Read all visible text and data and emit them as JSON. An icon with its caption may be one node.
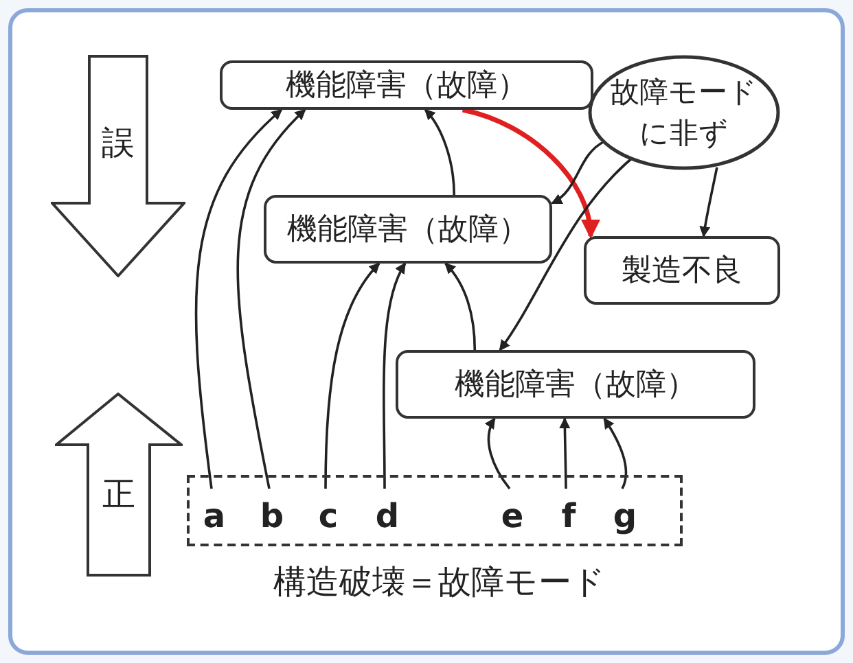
{
  "diagram": {
    "nodes": [
      {
        "text": [
          "機能障害（故障）"
        ]
      },
      {
        "text": [
          "故障モードに非ず"
        ]
      },
      {
        "text": [
          "機能障害（故障）"
        ]
      },
      {
        "text": [
          "製造不良"
        ]
      },
      {
        "text": [
          "機能障害（故障）"
        ]
      },
      {
        "text": [],
        "shape": "box"
      },
      {
        "text": [
          "a"
        ],
        "in": 5
      },
      {
        "text": [
          "b"
        ],
        "in": 5
      },
      {
        "text": [
          "c"
        ],
        "in": 5
      },
      {
        "text": [
          "d"
        ],
        "in": 5
      },
      {
        "text": [
          "e"
        ],
        "in": 5
      },
      {
        "text": [
          "f"
        ],
        "in": 5
      },
      {
        "text": [
          "g"
        ],
        "in": 5
      },
      {
        "text": [
          "誤"
        ]
      },
      {
        "text": [
          "正"
        ]
      }
    ],
    "edges": [
      {
        "from": 6,
        "to": 0,
        "arrow": "to"
      },
      {
        "from": 7,
        "to": 0,
        "arrow": "to"
      },
      {
        "from": 8,
        "to": 2,
        "arrow": "to"
      },
      {
        "from": 9,
        "to": 2,
        "arrow": "to"
      },
      {
        "from": 10,
        "to": 4,
        "arrow": "to"
      },
      {
        "from": 11,
        "to": 4,
        "arrow": "to"
      },
      {
        "from": 12,
        "to": 4,
        "arrow": "to"
      },
      {
        "from": 4,
        "to": 2,
        "arrow": "to"
      },
      {
        "from": 2,
        "to": 0,
        "arrow": "to"
      },
      {
        "from": 0,
        "to": 3,
        "arrow": "to",
        "style": "thick",
        "color": "#e02020"
      },
      {
        "from": 1,
        "to": 2,
        "arrow": "to"
      },
      {
        "from": 1,
        "to": 3,
        "arrow": "to"
      },
      {
        "from": 1,
        "to": 4,
        "arrow": "to"
      }
    ],
    "labels": [
      "構造破壊＝故障モード"
    ]
  }
}
